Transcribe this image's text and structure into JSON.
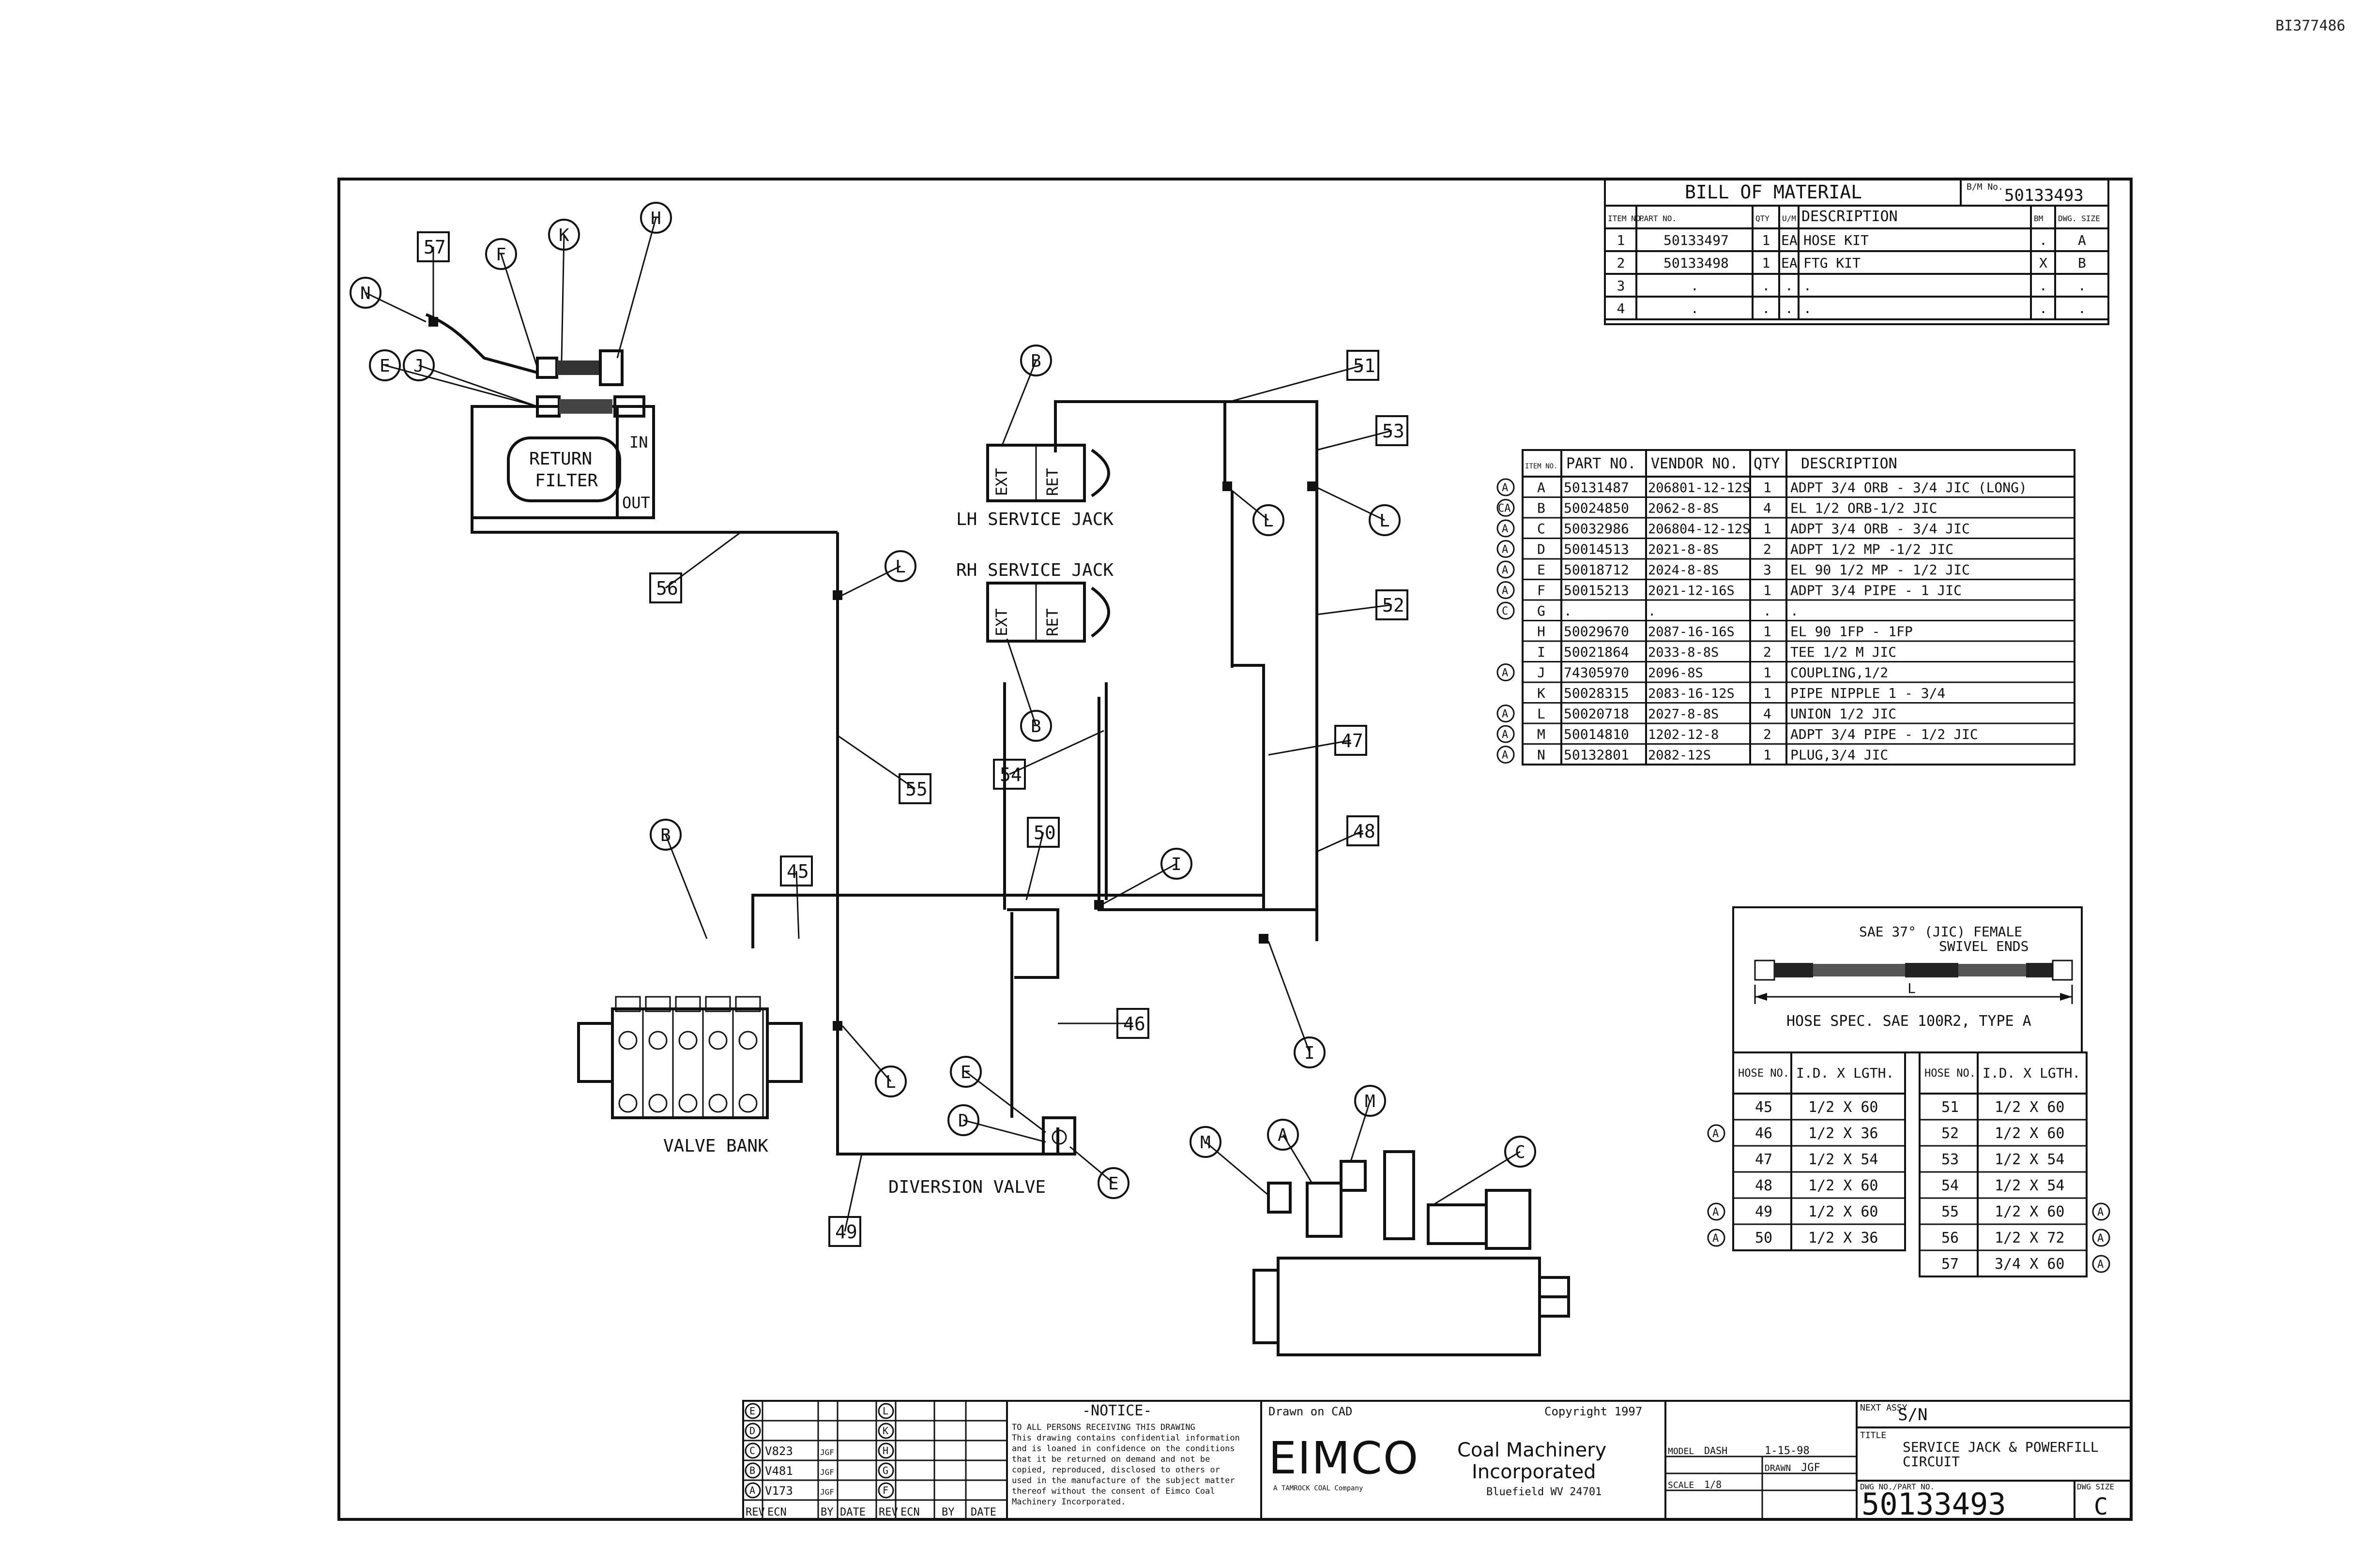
{
  "document_id": "BI377486",
  "bill_of_material": {
    "title": "BILL OF MATERIAL",
    "bm_no_label": "B/M No.",
    "bm_no": "50133493",
    "headers": [
      "ITEM NO.",
      "PART NO.",
      "QTY",
      "U/M",
      "DESCRIPTION",
      "BM",
      "DWG. SIZE"
    ],
    "rows": [
      [
        "1",
        "50133497",
        "1",
        "EA",
        "HOSE KIT",
        ".",
        "A"
      ],
      [
        "2",
        "50133498",
        "1",
        "EA",
        "FTG KIT",
        "X",
        "B"
      ],
      [
        "3",
        ".",
        ".",
        ".",
        ".",
        ".",
        "."
      ],
      [
        "4",
        ".",
        ".",
        ".",
        ".",
        ".",
        "."
      ]
    ]
  },
  "fitting_kit": {
    "headers": [
      "ITEM NO.",
      "PART NO.",
      "VENDOR NO.",
      "QTY",
      "DESCRIPTION"
    ],
    "rows": [
      {
        "rev": "A",
        "item": "A",
        "part": "50131487",
        "vendor": "206801-12-12S",
        "qty": "1",
        "desc": "ADPT 3/4 ORB - 3/4 JIC (LONG)"
      },
      {
        "rev": "CA",
        "item": "B",
        "part": "50024850",
        "vendor": "2062-8-8S",
        "qty": "4",
        "desc": "EL 1/2 ORB-1/2 JIC"
      },
      {
        "rev": "A",
        "item": "C",
        "part": "50032986",
        "vendor": "206804-12-12S",
        "qty": "1",
        "desc": "ADPT 3/4 ORB - 3/4 JIC"
      },
      {
        "rev": "A",
        "item": "D",
        "part": "50014513",
        "vendor": "2021-8-8S",
        "qty": "2",
        "desc": "ADPT 1/2 MP -1/2 JIC"
      },
      {
        "rev": "A",
        "item": "E",
        "part": "50018712",
        "vendor": "2024-8-8S",
        "qty": "3",
        "desc": "EL 90 1/2 MP - 1/2 JIC"
      },
      {
        "rev": "A",
        "item": "F",
        "part": "50015213",
        "vendor": "2021-12-16S",
        "qty": "1",
        "desc": "ADPT 3/4 PIPE - 1 JIC"
      },
      {
        "rev": "C",
        "item": "G",
        "part": ".",
        "vendor": ".",
        "qty": ".",
        "desc": "."
      },
      {
        "rev": "",
        "item": "H",
        "part": "50029670",
        "vendor": "2087-16-16S",
        "qty": "1",
        "desc": "EL 90 1FP - 1FP"
      },
      {
        "rev": "",
        "item": "I",
        "part": "50021864",
        "vendor": "2033-8-8S",
        "qty": "2",
        "desc": "TEE 1/2 M JIC"
      },
      {
        "rev": "A",
        "item": "J",
        "part": "74305970",
        "vendor": "2096-8S",
        "qty": "1",
        "desc": "COUPLING,1/2"
      },
      {
        "rev": "",
        "item": "K",
        "part": "50028315",
        "vendor": "2083-16-12S",
        "qty": "1",
        "desc": "PIPE NIPPLE 1 - 3/4"
      },
      {
        "rev": "A",
        "item": "L",
        "part": "50020718",
        "vendor": "2027-8-8S",
        "qty": "4",
        "desc": "UNION 1/2 JIC"
      },
      {
        "rev": "A",
        "item": "M",
        "part": "50014810",
        "vendor": "1202-12-8",
        "qty": "2",
        "desc": "ADPT 3/4 PIPE - 1/2 JIC"
      },
      {
        "rev": "A",
        "item": "N",
        "part": "50132801",
        "vendor": "2082-12S",
        "qty": "1",
        "desc": "PLUG,3/4 JIC"
      }
    ]
  },
  "hose_spec": {
    "end_note_1": "SAE 37° (JIC) FEMALE",
    "end_note_2": "SWIVEL ENDS",
    "dim_label": "L",
    "caption": "HOSE SPEC. SAE 100R2, TYPE A",
    "col_hose_no": "HOSE NO.",
    "col_id_lgth": "I.D. X LGTH.",
    "left": [
      {
        "no": "45",
        "size": "1/2 X 60",
        "rev": ""
      },
      {
        "no": "46",
        "size": "1/2 X 36",
        "rev": "A"
      },
      {
        "no": "47",
        "size": "1/2 X 54",
        "rev": ""
      },
      {
        "no": "48",
        "size": "1/2 X 60",
        "rev": ""
      },
      {
        "no": "49",
        "size": "1/2 X 60",
        "rev": "A"
      },
      {
        "no": "50",
        "size": "1/2 X 36",
        "rev": "A"
      }
    ],
    "right": [
      {
        "no": "51",
        "size": "1/2 X 60",
        "rev": ""
      },
      {
        "no": "52",
        "size": "1/2 X 60",
        "rev": ""
      },
      {
        "no": "53",
        "size": "1/2 X 54",
        "rev": ""
      },
      {
        "no": "54",
        "size": "1/2 X 54",
        "rev": ""
      },
      {
        "no": "55",
        "size": "1/2 X 60",
        "rev": "A"
      },
      {
        "no": "56",
        "size": "1/2 X 72",
        "rev": "A"
      },
      {
        "no": "57",
        "size": "3/4 X 60",
        "rev": "A"
      }
    ]
  },
  "components": {
    "return_filter": "RETURN\nFILTER",
    "filter_in": "IN",
    "filter_out": "OUT",
    "lh_jack": "LH SERVICE JACK",
    "rh_jack": "RH SERVICE JACK",
    "ext": "EXT",
    "ret": "RET",
    "valve_bank": "VALVE BANK",
    "diversion_valve": "DIVERSION VALVE"
  },
  "callouts": {
    "hoses": [
      "57",
      "51",
      "53",
      "52",
      "56",
      "55",
      "54",
      "47",
      "48",
      "50",
      "45",
      "46",
      "49"
    ],
    "fittings": [
      "N",
      "F",
      "K",
      "H",
      "E",
      "J",
      "B",
      "L",
      "L",
      "L",
      "B",
      "I",
      "I",
      "L",
      "E",
      "D",
      "E",
      "M",
      "A",
      "M",
      "C",
      "B"
    ]
  },
  "title_block": {
    "revisions": [
      {
        "rev": "E",
        "ecn": "",
        "by": "",
        "date": ""
      },
      {
        "rev": "D",
        "ecn": "",
        "by": "",
        "date": ""
      },
      {
        "rev": "C",
        "ecn": "V823",
        "by": "JGF",
        "date": ""
      },
      {
        "rev": "B",
        "ecn": "V481",
        "by": "JGF",
        "date": ""
      },
      {
        "rev": "A",
        "ecn": "V173",
        "by": "JGF",
        "date": ""
      }
    ],
    "rev_right": [
      "L",
      "K",
      "H",
      "G",
      "F"
    ],
    "rev_headers": [
      "REV",
      "ECN",
      "BY",
      "DATE",
      "REV",
      "ECN",
      "BY",
      "DATE"
    ],
    "notice_title": "-NOTICE-",
    "notice_text": "TO ALL PERSONS RECEIVING THIS DRAWING\nThis drawing contains confidential information\nand is loaned in confidence on the conditions\nthat it be returned on demand and not be\ncopied, reproduced, disclosed to others or\nused in the manufacture of the subject matter\nthereof without the consent of Eimco Coal\nMachinery Incorporated.",
    "drawn_on": "Drawn on CAD",
    "copyright": "Copyright 1997",
    "logo": "EIMCO",
    "company_1": "Coal Machinery",
    "company_2": "Incorporated",
    "location": "Bluefield WV 24701",
    "parent": "A TAMROCK COAL Company",
    "model_label": "MODEL",
    "model": "DASH",
    "scale_label": "SCALE",
    "scale": "1/8",
    "drawn_label": "DRAWN",
    "drawn": "JGF",
    "date": "1-15-98",
    "next_assy_label": "NEXT ASSY",
    "next_assy": "S/N",
    "title_label": "TITLE",
    "title_1": "SERVICE JACK & POWERFILL",
    "title_2": "CIRCUIT",
    "dwg_no_label": "DWG NO./PART NO.",
    "dwg_no": "50133493",
    "dwg_size_label": "DWG SIZE",
    "dwg_size": "C"
  }
}
